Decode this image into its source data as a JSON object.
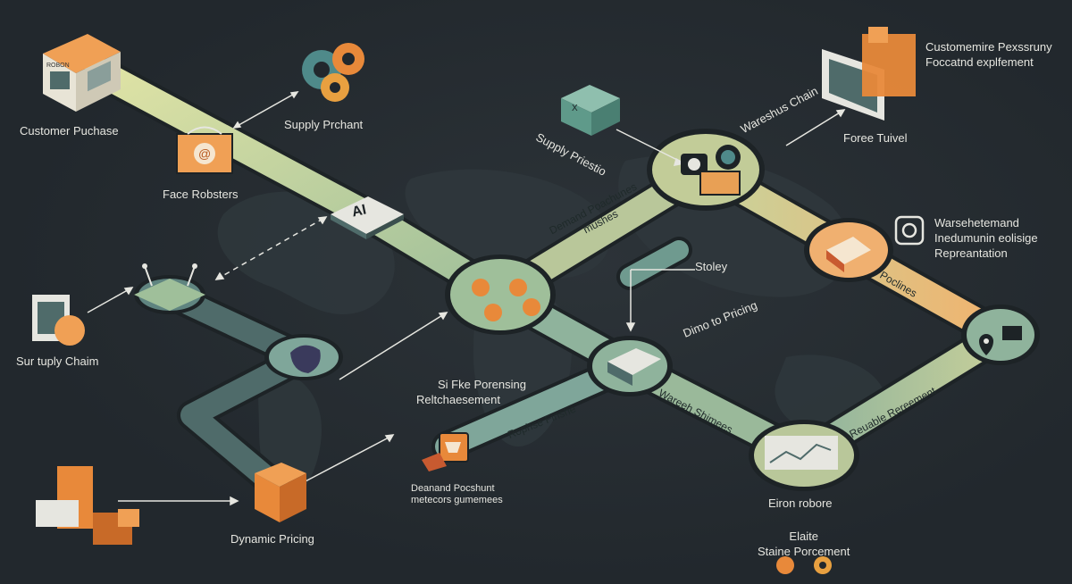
{
  "labels": {
    "customer_purchase": "Customer Puchase",
    "supply_prchant": "Supply Prchant",
    "face_robsters": "Face Robsters",
    "ai_badge": "AI",
    "warehouse_box_text": "ROBON",
    "supply_priestio": "Supply Priestio",
    "warehus_chain": "Wareshus Chain",
    "customer_top_right_1": "Customemire Pexssruny",
    "customer_top_right_2": "Foccatnd explfement",
    "forces_tuivel": "Foree Tuivel",
    "warehouse_demand_1": "Warsehetemand",
    "warehouse_demand_2": "Inedumunin eolisige",
    "warehouse_demand_3": "Repreantation",
    "demand_road_1": "Demand Poachunes",
    "demand_road_2": "mushes",
    "stoley": "Stoley",
    "dimo_to_pricing": "Dimo to Pricing",
    "poclines": "Poclines",
    "surtuply_chaim": "Sur tuply Chaim",
    "sifke_1": "Si Fke Porensing",
    "sifke_2": "Reltchaesement",
    "rophse_finshe": "Rophse Finshe",
    "wareeh_shimees": "Wareeh Shimees",
    "reuable_rereement": "Reuable Rereement",
    "demand_pocshunt_1": "Deanand Pocshunt",
    "demand_pocshunt_2": "metecors gumemees",
    "dynamic_pricing": "Dynamic Pricing",
    "eiron_robore": "Eiron robore",
    "elaite": "Elaite",
    "staine_porcement": "Staine Porcement"
  },
  "colors": {
    "background": "#22282d",
    "road_light": "#d8dc9a",
    "road_mid": "#9fbf9a",
    "road_dark": "#4f6b6a",
    "road_orange": "#f0b070",
    "node": "#b8c9a0",
    "accent_orange": "#e8893a",
    "icon_teal": "#4f8a8a"
  },
  "icons": [
    "storefront-icon",
    "gears-icon",
    "email-at-icon",
    "ai-chip-icon",
    "crates-icon",
    "monitor-icon",
    "instagram-icon",
    "router-icon",
    "cart-icon",
    "package-icon",
    "laptop-chart-icon",
    "camera-icon",
    "location-pin-icon",
    "boxes-stack-icon",
    "document-icon"
  ]
}
